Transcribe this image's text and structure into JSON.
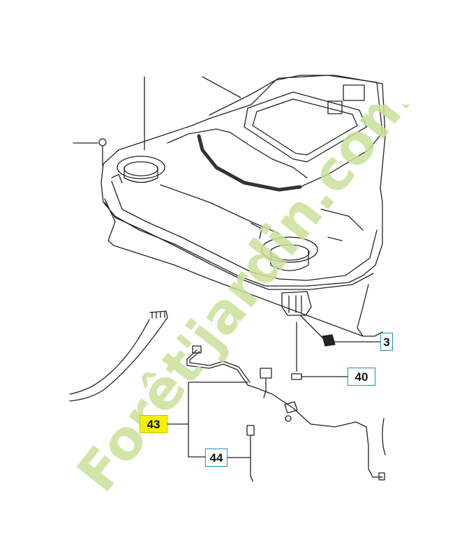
{
  "callouts": {
    "c3": "3",
    "c40": "40",
    "c43": "43",
    "c44": "44"
  },
  "watermark": {
    "text": "Forêt'jardin.com",
    "color_main": "#c9e09a",
    "color_accent": "#f3c79a"
  },
  "colors": {
    "line": "#222222",
    "callout_border": "#1f8ec6",
    "highlight": "#f4f000"
  }
}
